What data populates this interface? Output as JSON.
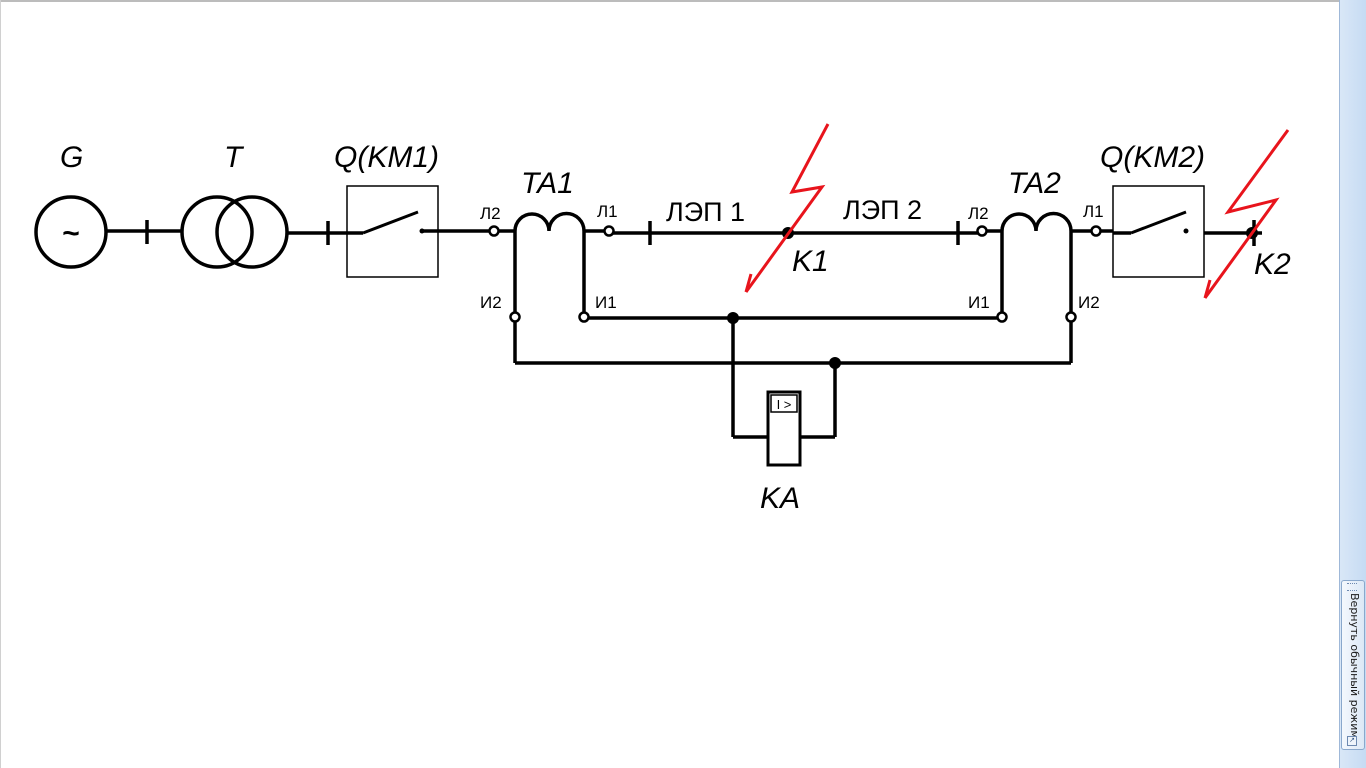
{
  "diagram": {
    "generator_label": "G",
    "generator_symbol": "~",
    "transformer_label": "T",
    "breaker1_label": "Q(KM1)",
    "breaker2_label": "Q(KM2)",
    "ct1_label": "TA1",
    "ct2_label": "TA2",
    "ct1_terminals": {
      "l2": "Л2",
      "l1": "Л1",
      "i2": "И2",
      "i1": "И1"
    },
    "ct2_terminals": {
      "l2": "Л2",
      "l1": "Л1",
      "i1": "И1",
      "i2": "И2"
    },
    "line1_label": "ЛЭП 1",
    "line2_label": "ЛЭП 2",
    "fault1_label": "K1",
    "fault2_label": "K2",
    "relay_label": "KA",
    "relay_symbol": "I >"
  },
  "side_panel": {
    "restore_button_label": "Вернуть обычный режим"
  },
  "colors": {
    "wire": "#000000",
    "fault_arrow": "#e8141c",
    "side_bar": "#c6dbf3"
  },
  "icons": {
    "fault": "lightning-arrow-icon",
    "generator": "ac-source-icon",
    "transformer": "two-winding-transformer-icon",
    "breaker": "switch-contact-icon",
    "relay": "overcurrent-relay-icon"
  }
}
